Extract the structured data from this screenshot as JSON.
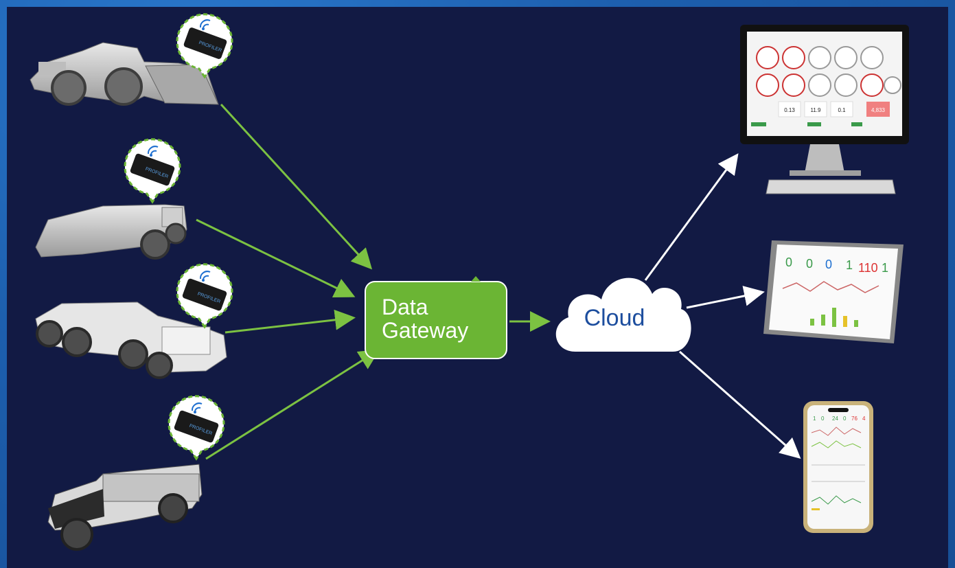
{
  "diagram": {
    "gateway": {
      "label_line1": "Data",
      "label_line2": "Gateway"
    },
    "cloud": {
      "label": "Cloud"
    },
    "vehicles": [
      {
        "name": "loader-vehicle"
      },
      {
        "name": "haul-truck-vehicle"
      },
      {
        "name": "utility-vehicle"
      },
      {
        "name": "personnel-carrier-vehicle"
      }
    ],
    "sensor_badge": {
      "brand": "PROFILER",
      "icon": "wifi-icon"
    },
    "outputs": [
      {
        "name": "desktop-monitor-dashboard"
      },
      {
        "name": "tablet-dashboard"
      },
      {
        "name": "smartphone-dashboard"
      }
    ],
    "colors": {
      "background": "#121a44",
      "accent": "#7cc242",
      "gateway_fill": "#6bb534",
      "cloud_text": "#1d4e9e",
      "arrow_out": "#ffffff"
    },
    "dashboard": {
      "stat_values": [
        "0.13",
        "11.9",
        "0.1",
        "4,833"
      ],
      "tablet_values": [
        "0",
        "0",
        "0",
        "1",
        "110",
        "1"
      ],
      "phone_values": [
        "1",
        "0",
        "24",
        "0",
        "76",
        "4"
      ]
    }
  }
}
